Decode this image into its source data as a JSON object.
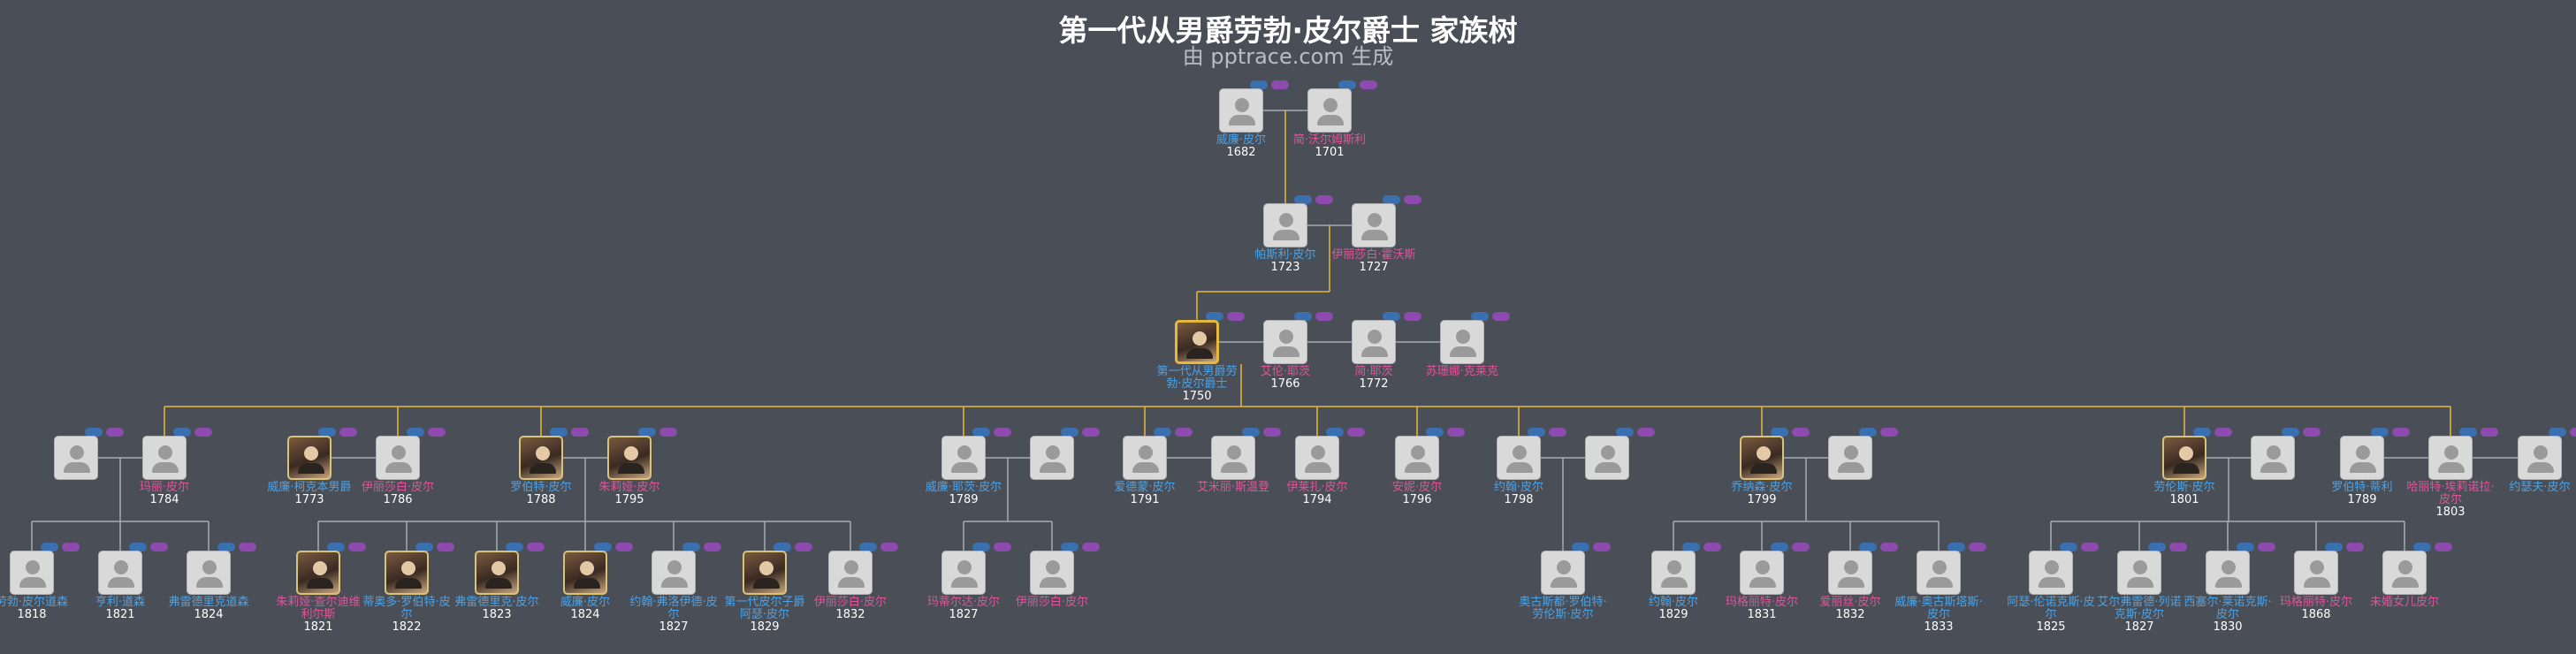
{
  "header": {
    "title": "第一代从男爵劳勃·皮尔爵士 家族树",
    "subtitle": "由 pptrace.com 生成"
  },
  "colors": {
    "male": "#4aa3e8",
    "female": "#e0559c",
    "line": "#e6b83c",
    "background": "#4a4e56"
  },
  "people": [
    {
      "id": "p1",
      "name": "威廉·皮尔",
      "year": "1682",
      "sex": "m",
      "portrait": false
    },
    {
      "id": "p2",
      "name": "简·沃尔姆斯利",
      "year": "1701",
      "sex": "f",
      "portrait": false
    },
    {
      "id": "p3",
      "name": "帕斯利·皮尔",
      "year": "1723",
      "sex": "m",
      "portrait": false
    },
    {
      "id": "p4",
      "name": "伊丽莎白·霍沃斯",
      "year": "1727",
      "sex": "f",
      "portrait": false
    },
    {
      "id": "p5",
      "name": "第一代从男爵劳勃·皮尔爵士",
      "year": "1750",
      "sex": "m",
      "portrait": true,
      "root": true
    },
    {
      "id": "p6",
      "name": "艾伦·耶茨",
      "year": "1766",
      "sex": "f",
      "portrait": false
    },
    {
      "id": "p7",
      "name": "简·耶茨",
      "year": "1772",
      "sex": "f",
      "portrait": false
    },
    {
      "id": "p8",
      "name": "苏珊娜·克莱克",
      "year": "",
      "sex": "f",
      "portrait": false
    },
    {
      "id": "c1",
      "name": "",
      "year": "",
      "sex": "m",
      "portrait": false
    },
    {
      "id": "c2",
      "name": "玛丽·皮尔",
      "year": "1784",
      "sex": "f",
      "portrait": false
    },
    {
      "id": "c3",
      "name": "威廉·柯克本男爵",
      "year": "1773",
      "sex": "m",
      "portrait": true
    },
    {
      "id": "c4",
      "name": "伊丽莎白·皮尔",
      "year": "1786",
      "sex": "f",
      "portrait": false
    },
    {
      "id": "c5",
      "name": "罗伯特·皮尔",
      "year": "1788",
      "sex": "m",
      "portrait": true
    },
    {
      "id": "c6",
      "name": "朱莉娅·皮尔",
      "year": "1795",
      "sex": "f",
      "portrait": true
    },
    {
      "id": "c7",
      "name": "威廉·耶茨·皮尔",
      "year": "1789",
      "sex": "m",
      "portrait": false
    },
    {
      "id": "c8",
      "name": "",
      "year": "",
      "sex": "f",
      "portrait": false
    },
    {
      "id": "c9",
      "name": "爱德蒙·皮尔",
      "year": "1791",
      "sex": "m",
      "portrait": false
    },
    {
      "id": "c10",
      "name": "艾米丽·斯温登",
      "year": "",
      "sex": "f",
      "portrait": false
    },
    {
      "id": "c11",
      "name": "伊莱扎·皮尔",
      "year": "1794",
      "sex": "f",
      "portrait": false
    },
    {
      "id": "c12",
      "name": "安妮·皮尔",
      "year": "1796",
      "sex": "f",
      "portrait": false
    },
    {
      "id": "c13",
      "name": "约翰·皮尔",
      "year": "1798",
      "sex": "m",
      "portrait": false
    },
    {
      "id": "c14",
      "name": "",
      "year": "",
      "sex": "f",
      "portrait": false
    },
    {
      "id": "c15",
      "name": "乔纳森·皮尔",
      "year": "1799",
      "sex": "m",
      "portrait": true
    },
    {
      "id": "c16",
      "name": "",
      "year": "",
      "sex": "f",
      "portrait": false
    },
    {
      "id": "c17",
      "name": "劳伦斯·皮尔",
      "year": "1801",
      "sex": "m",
      "portrait": true
    },
    {
      "id": "c18",
      "name": "",
      "year": "",
      "sex": "f",
      "portrait": false
    },
    {
      "id": "c19",
      "name": "罗伯特·蒂利",
      "year": "1789",
      "sex": "m",
      "portrait": false
    },
    {
      "id": "c20",
      "name": "哈丽特·埃莉诺拉·皮尔",
      "year": "1803",
      "sex": "f",
      "portrait": false
    },
    {
      "id": "c21",
      "name": "约瑟夫·皮尔",
      "year": "",
      "sex": "m",
      "portrait": false
    },
    {
      "id": "g1",
      "name": "劳勃·皮尔道森",
      "year": "1818",
      "sex": "m",
      "portrait": false
    },
    {
      "id": "g2",
      "name": "亨利·道森",
      "year": "1821",
      "sex": "m",
      "portrait": false
    },
    {
      "id": "g3",
      "name": "弗雷德里克道森",
      "year": "1824",
      "sex": "m",
      "portrait": false
    },
    {
      "id": "g4",
      "name": "朱莉娅·查尔迪维利尔斯",
      "year": "1821",
      "sex": "f",
      "portrait": true
    },
    {
      "id": "g5",
      "name": "蒂奥多·罗伯特·皮尔",
      "year": "1822",
      "sex": "m",
      "portrait": true
    },
    {
      "id": "g6",
      "name": "弗雷德里克·皮尔",
      "year": "1823",
      "sex": "m",
      "portrait": true
    },
    {
      "id": "g7",
      "name": "威廉·皮尔",
      "year": "1824",
      "sex": "m",
      "portrait": true
    },
    {
      "id": "g8",
      "name": "约翰·弗洛伊德·皮尔",
      "year": "1827",
      "sex": "m",
      "portrait": false
    },
    {
      "id": "g9",
      "name": "第一代皮尔子爵阿瑟·皮尔",
      "year": "1829",
      "sex": "m",
      "portrait": true
    },
    {
      "id": "g10",
      "name": "伊丽莎白·皮尔",
      "year": "1832",
      "sex": "f",
      "portrait": false
    },
    {
      "id": "g11",
      "name": "玛蒂尔达·皮尔",
      "year": "1827",
      "sex": "f",
      "portrait": false
    },
    {
      "id": "g12",
      "name": "伊丽莎白·皮尔",
      "year": "",
      "sex": "f",
      "portrait": false
    },
    {
      "id": "g13",
      "name": "奥古斯都·罗伯特·劳伦斯·皮尔",
      "year": "",
      "sex": "m",
      "portrait": false
    },
    {
      "id": "g14",
      "name": "约翰·皮尔",
      "year": "1829",
      "sex": "m",
      "portrait": false
    },
    {
      "id": "g15",
      "name": "玛格丽特·皮尔",
      "year": "1831",
      "sex": "f",
      "portrait": false
    },
    {
      "id": "g16",
      "name": "爱丽丝·皮尔",
      "year": "1832",
      "sex": "f",
      "portrait": false
    },
    {
      "id": "g17",
      "name": "威廉·奥古斯塔斯·皮尔",
      "year": "1833",
      "sex": "m",
      "portrait": false
    },
    {
      "id": "g18",
      "name": "阿瑟·伦诺克斯·皮尔",
      "year": "1825",
      "sex": "m",
      "portrait": false
    },
    {
      "id": "g19",
      "name": "艾尔弗雷德·列诺克斯·皮尔",
      "year": "1827",
      "sex": "m",
      "portrait": false
    },
    {
      "id": "g20",
      "name": "西塞尔·莱诺克斯·皮尔",
      "year": "1830",
      "sex": "m",
      "portrait": false
    },
    {
      "id": "g21",
      "name": "玛格丽特·皮尔",
      "year": "1868",
      "sex": "f",
      "portrait": false
    },
    {
      "id": "g22",
      "name": "未婚女儿皮尔",
      "year": "",
      "sex": "f",
      "portrait": false
    }
  ]
}
